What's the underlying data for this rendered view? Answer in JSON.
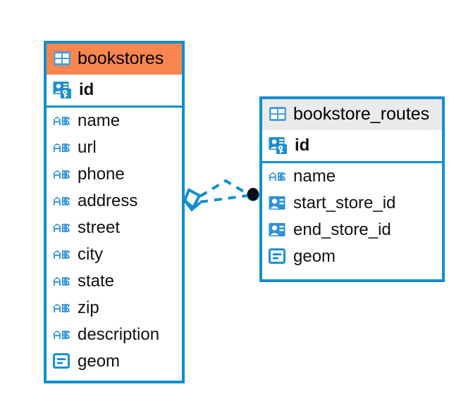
{
  "diagram": {
    "type": "entity-relationship-diagram",
    "background_color": "#ffffff",
    "accent_color": "#108FCE",
    "selected_color": "#F9854F",
    "header_plain_color": "#EAEAEA"
  },
  "tables": [
    {
      "name": "bookstores",
      "state": "selected",
      "header_color": "#F9854F",
      "table_icon": "table-grid-icon",
      "fields": [
        {
          "name": "id",
          "icon": "primary-key-icon",
          "bold": true
        },
        {
          "name": "name",
          "icon": "abc-text-icon",
          "bold": false
        },
        {
          "name": "url",
          "icon": "abc-text-icon",
          "bold": false
        },
        {
          "name": "phone",
          "icon": "abc-text-icon",
          "bold": false
        },
        {
          "name": "address",
          "icon": "abc-text-icon",
          "bold": false
        },
        {
          "name": "street",
          "icon": "abc-text-icon",
          "bold": false
        },
        {
          "name": "city",
          "icon": "abc-text-icon",
          "bold": false
        },
        {
          "name": "state",
          "icon": "abc-text-icon",
          "bold": false
        },
        {
          "name": "zip",
          "icon": "abc-text-icon",
          "bold": false
        },
        {
          "name": "description",
          "icon": "abc-text-icon",
          "bold": false
        },
        {
          "name": "geom",
          "icon": "geometry-icon",
          "bold": false
        }
      ]
    },
    {
      "name": "bookstore_routes",
      "state": "normal",
      "header_color": "#EAEAEA",
      "table_icon": "table-grid-icon",
      "fields": [
        {
          "name": "id",
          "icon": "primary-key-icon",
          "bold": true
        },
        {
          "name": "name",
          "icon": "abc-text-icon",
          "bold": false
        },
        {
          "name": "start_store_id",
          "icon": "foreign-key-icon",
          "bold": false
        },
        {
          "name": "end_store_id",
          "icon": "foreign-key-icon",
          "bold": false
        },
        {
          "name": "geom",
          "icon": "geometry-icon",
          "bold": false
        }
      ]
    }
  ],
  "relationship": {
    "line_style": "dashed",
    "line_color": "#108FCE",
    "source_marker": "diamond-outline-marker",
    "target_marker": "filled-circle-marker"
  }
}
